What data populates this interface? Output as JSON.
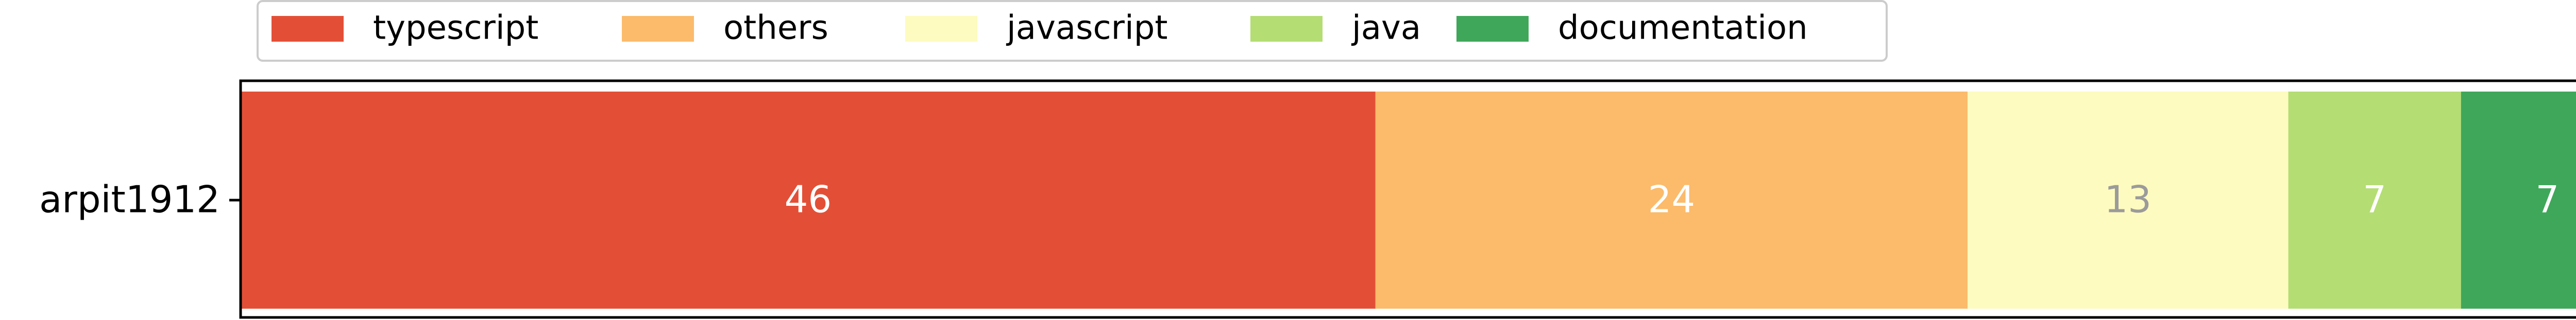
{
  "chart_data": {
    "type": "bar",
    "orientation": "horizontal",
    "stacked": true,
    "categories": [
      "arpit1912"
    ],
    "series": [
      {
        "name": "typescript",
        "values": [
          46
        ],
        "color": "#e34f36",
        "label_color": "#ffffff"
      },
      {
        "name": "others",
        "values": [
          24
        ],
        "color": "#fbbb6b",
        "label_color": "#ffffff"
      },
      {
        "name": "javascript",
        "values": [
          13
        ],
        "color": "#fdfbbf",
        "label_color": "#9b9b9b"
      },
      {
        "name": "java",
        "values": [
          7
        ],
        "color": "#b4dd73",
        "label_color": "#ffffff"
      },
      {
        "name": "documentation",
        "values": [
          7
        ],
        "color": "#3fa75a",
        "label_color": "#ffffff"
      }
    ],
    "xlim": [
      0,
      97
    ],
    "legend_position": "top-left",
    "grid": false
  }
}
